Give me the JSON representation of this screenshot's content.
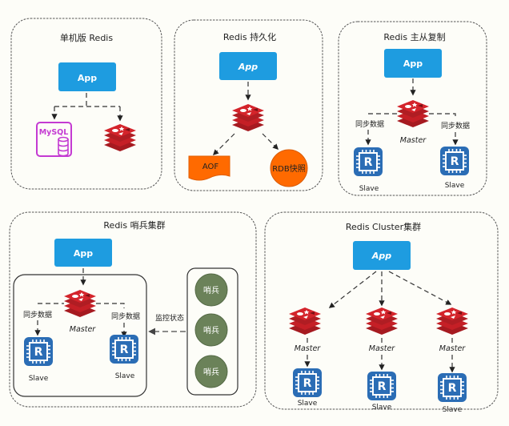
{
  "colors": {
    "app": "#1e9ce0",
    "redis": "#c51f26",
    "slave": "#2b6db5",
    "mysql": "#c43ad2",
    "persist": "#ff6a00",
    "sentinel": "#6b8259",
    "background": "#fdfdf8"
  },
  "panels": {
    "standalone": {
      "title": "单机版 Redis",
      "app": "App",
      "mysql": "MySQL",
      "icons": [
        "app-box",
        "mysql-icon",
        "redis-icon"
      ]
    },
    "persistence": {
      "title": "Redis 持久化",
      "app": "App",
      "aof": "AOF",
      "rdb": "RDB快照"
    },
    "replication": {
      "title": "Redis 主从复制",
      "app": "App",
      "master": "Master",
      "sync_left": "同步数据",
      "sync_right": "同步数据",
      "slave_left": "Slave",
      "slave_right": "Slave"
    },
    "sentinel": {
      "title": "Redis 哨兵集群",
      "app": "App",
      "master": "Master",
      "sync_left": "同步数据",
      "sync_right": "同步数据",
      "slave_left": "Slave",
      "slave_right": "Slave",
      "monitor": "监控状态",
      "sentinels": [
        "哨兵",
        "哨兵",
        "哨兵"
      ]
    },
    "cluster": {
      "title": "Redis Cluster集群",
      "app": "App",
      "masters": [
        "Master",
        "Master",
        "Master"
      ],
      "slaves": [
        "Slave",
        "Slave",
        "Slave"
      ]
    }
  }
}
